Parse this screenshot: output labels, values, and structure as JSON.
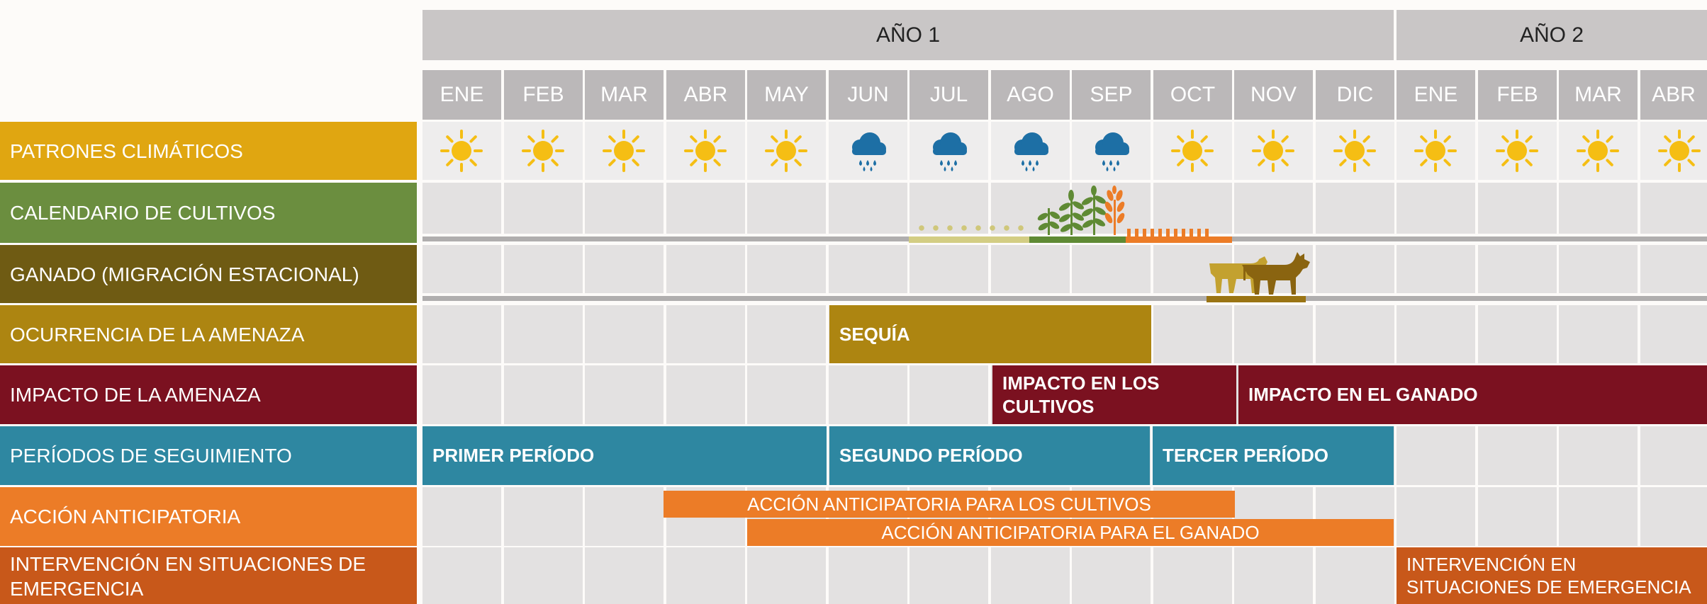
{
  "years": [
    {
      "label": "AÑO 1"
    },
    {
      "label": "AÑO 2"
    }
  ],
  "months": [
    "ENE",
    "FEB",
    "MAR",
    "ABR",
    "MAY",
    "JUN",
    "JUL",
    "AGO",
    "SEP",
    "OCT",
    "NOV",
    "DIC",
    "ENE",
    "FEB",
    "MAR",
    "ABR"
  ],
  "rows": [
    {
      "label": "PATRONES CLIMÁTICOS",
      "color": "#e0a611"
    },
    {
      "label": "CALENDARIO DE CULTIVOS",
      "color": "#6b8e3f"
    },
    {
      "label": "GANADO (MIGRACIÓN ESTACIONAL)",
      "color": "#6f5b13"
    },
    {
      "label": "OCURRENCIA DE LA AMENAZA",
      "color": "#ad8511"
    },
    {
      "label": "IMPACTO DE LA AMENAZA",
      "color": "#7b1120"
    },
    {
      "label": "PERÍODOS DE SEGUIMIENTO",
      "color": "#2e87a1"
    },
    {
      "label": "ACCIÓN ANTICIPATORIA",
      "color": "#ec7c27"
    },
    {
      "label": "INTERVENCIÓN EN SITUACIONES DE EMERGENCIA",
      "color": "#c8581a"
    }
  ],
  "weather": [
    "sun",
    "sun",
    "sun",
    "sun",
    "sun",
    "rain",
    "rain",
    "rain",
    "rain",
    "sun",
    "sun",
    "sun",
    "sun",
    "sun",
    "sun",
    "sun"
  ],
  "bars": {
    "sequia": "SEQUÍA",
    "impacto_cultivos": "IMPACTO EN LOS CULTIVOS",
    "impacto_ganado": "IMPACTO EN EL GANADO",
    "primer": "PRIMER PERÍODO",
    "segundo": "SEGUNDO PERÍODO",
    "tercer": "TERCER PERÍODO",
    "accion_cultivos": "ACCIÓN ANTICIPATORIA PARA LOS CULTIVOS",
    "accion_ganado": "ACCIÓN ANTICIPATORIA PARA EL GANADO",
    "emergencia": "INTERVENCIÓN EN SITUACIONES DE EMERGENCIA"
  },
  "colors": {
    "sun": "#f5be14",
    "rain": "#1d6fa5",
    "planting": "#d3cd83",
    "growing": "#5f8a34",
    "harvest": "#ec7c27",
    "cattle": "#9a7413"
  }
}
